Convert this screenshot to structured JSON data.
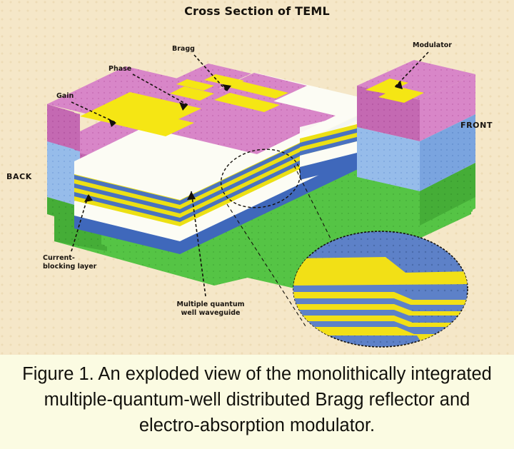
{
  "figure": {
    "title": "Cross Section of TEML",
    "caption": "Figure 1. An exploded view of the monolithically integrated multiple-quantum-well distributed Bragg reflector and electro-absorption modulator."
  },
  "labels": {
    "gain": "Gain",
    "phase": "Phase",
    "bragg": "Bragg",
    "modulator": "Modulator",
    "back": "BACK",
    "front": "FRONT",
    "current_blocking_layer": "Current-blocking layer",
    "mqw_waveguide": "Multiple quantum well waveguide"
  },
  "colors": {
    "background": "#f5e7c8",
    "caption_background": "#fbfbe2",
    "cladding_top_pink": "#d07fc0",
    "cladding_top_pink_light": "#dc9ad0",
    "cladding_side_pink": "#c86ab4",
    "current_blocking_blue": "#8fb6e4",
    "current_blocking_blue_dark": "#6f9ddb",
    "substrate_green": "#55c445",
    "substrate_green_dark": "#43ad36",
    "electrode_yellow": "#f5e614",
    "mqw_blue": "#4a72c0",
    "mqw_yellow": "#f2e016",
    "spacer_white": "#fbfbf2",
    "outline": "#1a1510",
    "text": "#1a1510"
  },
  "structure": {
    "sections": [
      {
        "name": "gain-section",
        "electrode": "Gain"
      },
      {
        "name": "phase-section",
        "electrode": "Phase"
      },
      {
        "name": "bragg-section",
        "electrode": "Bragg"
      },
      {
        "name": "modulator-section",
        "electrode": "Modulator"
      }
    ],
    "layers": [
      {
        "name": "p-cladding",
        "color_key": "cladding_top_pink"
      },
      {
        "name": "current-blocking-layer",
        "color_key": "current_blocking_blue"
      },
      {
        "name": "multiple-quantum-well-waveguide",
        "color_key": "mqw_blue"
      },
      {
        "name": "substrate",
        "color_key": "substrate_green"
      }
    ],
    "orientation": {
      "left": "BACK",
      "right": "FRONT"
    }
  },
  "inset": {
    "name": "magnified-mqw-detail",
    "shape": "ellipse",
    "stripe_count": 7,
    "stripe_colors": [
      "#4a72c0",
      "#f2e016"
    ]
  }
}
